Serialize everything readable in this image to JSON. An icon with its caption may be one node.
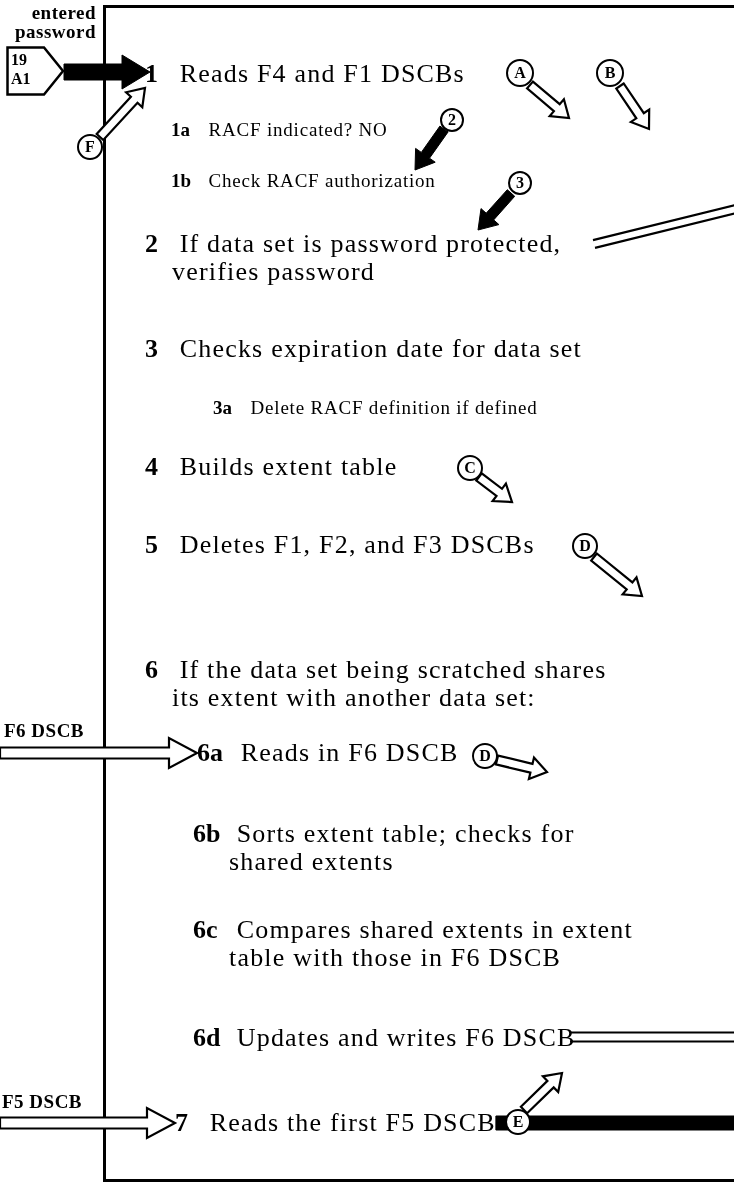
{
  "diagram": {
    "nodes": [
      {
        "text": [],
        "shape": "box"
      },
      {
        "text": [
          "**1** Reads F4 and F1 DSCBs"
        ],
        "in": 0
      },
      {
        "text": [
          "**1a** RACF indicated? NO"
        ],
        "in": 0
      },
      {
        "text": [
          "**1b** Check RACF authorization"
        ],
        "in": 0
      },
      {
        "text": [
          "**2** If data set is password protected, verifies password"
        ],
        "in": 0
      },
      {
        "text": [
          "**3** Checks expiration date for data set"
        ],
        "in": 0
      },
      {
        "text": [
          "**3a** Delete RACF definition if defined"
        ],
        "in": 0
      },
      {
        "text": [
          "**4** Builds extent table"
        ],
        "in": 0
      },
      {
        "text": [
          "**5** Deletes F1, F2, and F3 DSCBs"
        ],
        "in": 0
      },
      {
        "text": [
          "**6** If the data set being scratched shares its extent with another data set:"
        ],
        "in": 0
      },
      {
        "text": [
          "**6a** Reads in F6 DSCB"
        ],
        "in": 0
      },
      {
        "text": [
          "**6b** Sorts extent table; checks for shared extents"
        ],
        "in": 0
      },
      {
        "text": [
          "**6c** Compares shared extents in extent table with those in F6 DSCB"
        ],
        "in": 0
      },
      {
        "text": [
          "**6d** Updates and writes F6 DSCB"
        ],
        "in": 0
      },
      {
        "text": [
          "**7** Reads the first F5 DSCB"
        ],
        "in": 0
      },
      {
        "text": [
          "19 A1"
        ]
      },
      {
        "text": [
          "A"
        ],
        "in": 0
      },
      {
        "text": [
          "B"
        ],
        "in": 0
      },
      {
        "text": [
          "2"
        ],
        "in": 0
      },
      {
        "text": [
          "3"
        ],
        "in": 0
      },
      {
        "text": [
          "C"
        ],
        "in": 0
      },
      {
        "text": [
          "D"
        ],
        "in": 0
      },
      {
        "text": [
          "D"
        ],
        "in": 0
      },
      {
        "text": [
          "E"
        ],
        "in": 0
      },
      {
        "text": [
          "F"
        ]
      }
    ],
    "edges": [
      {
        "from": 15,
        "to": 1,
        "arrow": "to",
        "style": "thick"
      },
      {
        "from": 24,
        "to": 1,
        "arrow": "to"
      },
      {
        "from": 16,
        "to": null,
        "arrow": "to"
      },
      {
        "from": 17,
        "to": null,
        "arrow": "to"
      },
      {
        "from": 18,
        "to": 3,
        "arrow": "to",
        "style": "thick"
      },
      {
        "from": 19,
        "to": 4,
        "arrow": "to",
        "style": "thick"
      },
      {
        "from": 4,
        "to": null,
        "arrow": "none"
      },
      {
        "from": 20,
        "to": null,
        "arrow": "to"
      },
      {
        "from": 21,
        "to": null,
        "arrow": "to"
      },
      {
        "from": null,
        "to": 10,
        "arrow": "to",
        "label": "F6 DSCB"
      },
      {
        "from": 22,
        "to": null,
        "arrow": "to"
      },
      {
        "from": 13,
        "to": null,
        "arrow": "none"
      },
      {
        "from": null,
        "to": 14,
        "arrow": "to",
        "label": "F5 DSCB"
      },
      {
        "from": 23,
        "to": null,
        "arrow": "to"
      },
      {
        "from": 14,
        "to": null,
        "arrow": "none",
        "style": "thick"
      }
    ],
    "labels": [
      "entered password"
    ]
  }
}
